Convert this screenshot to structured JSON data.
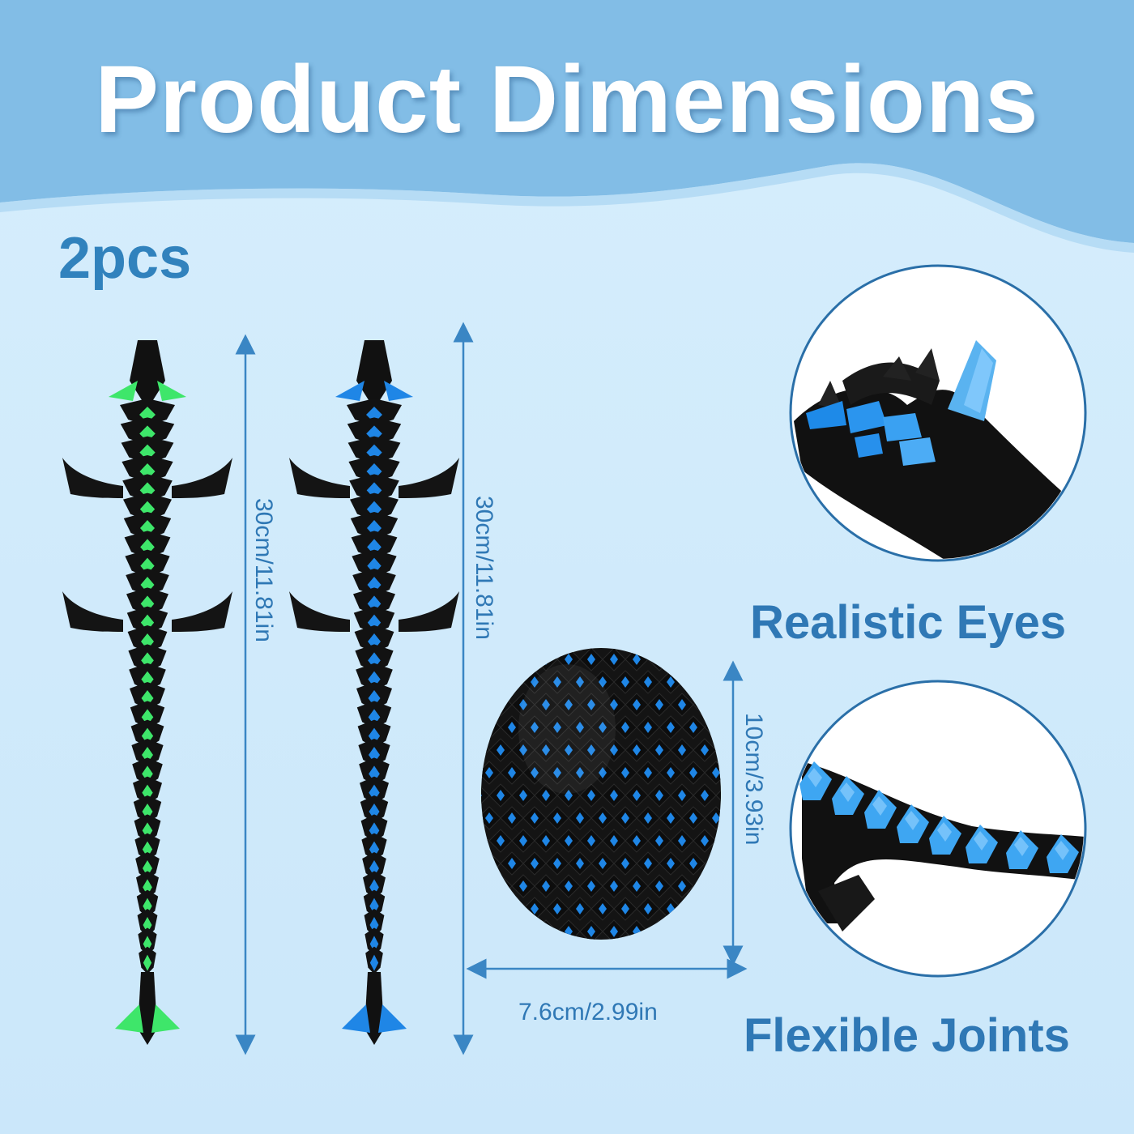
{
  "title": "Product Dimensions",
  "quantity": "2pcs",
  "dimensions": {
    "dragon_green_length": "30cm/11.81in",
    "dragon_blue_length": "30cm/11.81in",
    "egg_height": "10cm/3.93in",
    "egg_width": "7.6cm/2.99in"
  },
  "features": [
    "Realistic Eyes",
    "Flexible Joints"
  ],
  "colors": {
    "background": "#cfe9fb",
    "banner": "#82bde6",
    "accent_blue": "#2f78b5",
    "green_scales": "#3ee66a",
    "blue_scales": "#1f86e6"
  }
}
